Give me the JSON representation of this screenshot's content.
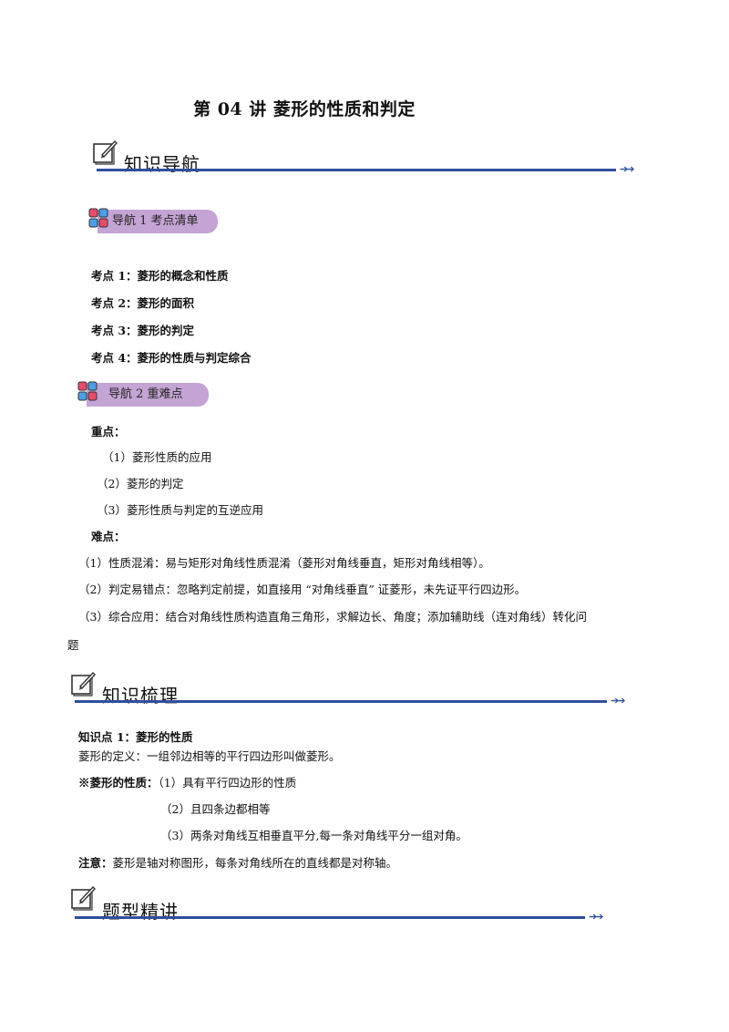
{
  "title": "第 04 讲  菱形的性质和判定",
  "sections": {
    "nav": "知识导航",
    "summary": "知识梳理",
    "practice": "题型精讲",
    "arrows": "➔➔"
  },
  "badges": {
    "nav1": "导航 1 考点清单",
    "nav2": "导航 2 重难点"
  },
  "kaodian": [
    "考点 1：菱形的概念和性质",
    "考点 2：菱形的面积",
    "考点 3：菱形的判定",
    "考点 4：菱形的性质与判定综合"
  ],
  "zhongdian": {
    "label": "重点：",
    "items": [
      "（1）菱形性质的应用",
      "（2）菱形的判定",
      "（3）菱形性质与判定的互逆应用"
    ]
  },
  "nandian": {
    "label": "难点：",
    "items": [
      "（1）性质混淆：易与矩形对角线性质混淆（菱形对角线垂直，矩形对角线相等）。",
      "（2）判定易错点：忽略判定前提，如直接用 “对角线垂直” 证菱形，未先证平行四边形。",
      "（3）综合应用：结合对角线性质构造直角三角形，求解边长、角度；添加辅助线（连对角线）转化问",
      "题"
    ]
  },
  "zhishidian": {
    "heading": "知识点 1：菱形的性质",
    "definition": "菱形的定义：一组邻边相等的平行四边形叫做菱形。",
    "prop_label": "※菱形的性质：",
    "props": [
      "（1）具有平行四边形的性质",
      "（2）且四条边都相等",
      "（3）两条对角线互相垂直平分,每一条对角线平分一组对角。"
    ],
    "note_label": "注意：",
    "note": "菱形是轴对称图形，每条对角线所在的直线都是对称轴。"
  },
  "colors": {
    "line": "#2f4f9e",
    "badge": "#c3a4d4"
  },
  "icons": [
    "notepad-pencil-icon",
    "color-blocks-icon",
    "double-arrow-icon"
  ]
}
